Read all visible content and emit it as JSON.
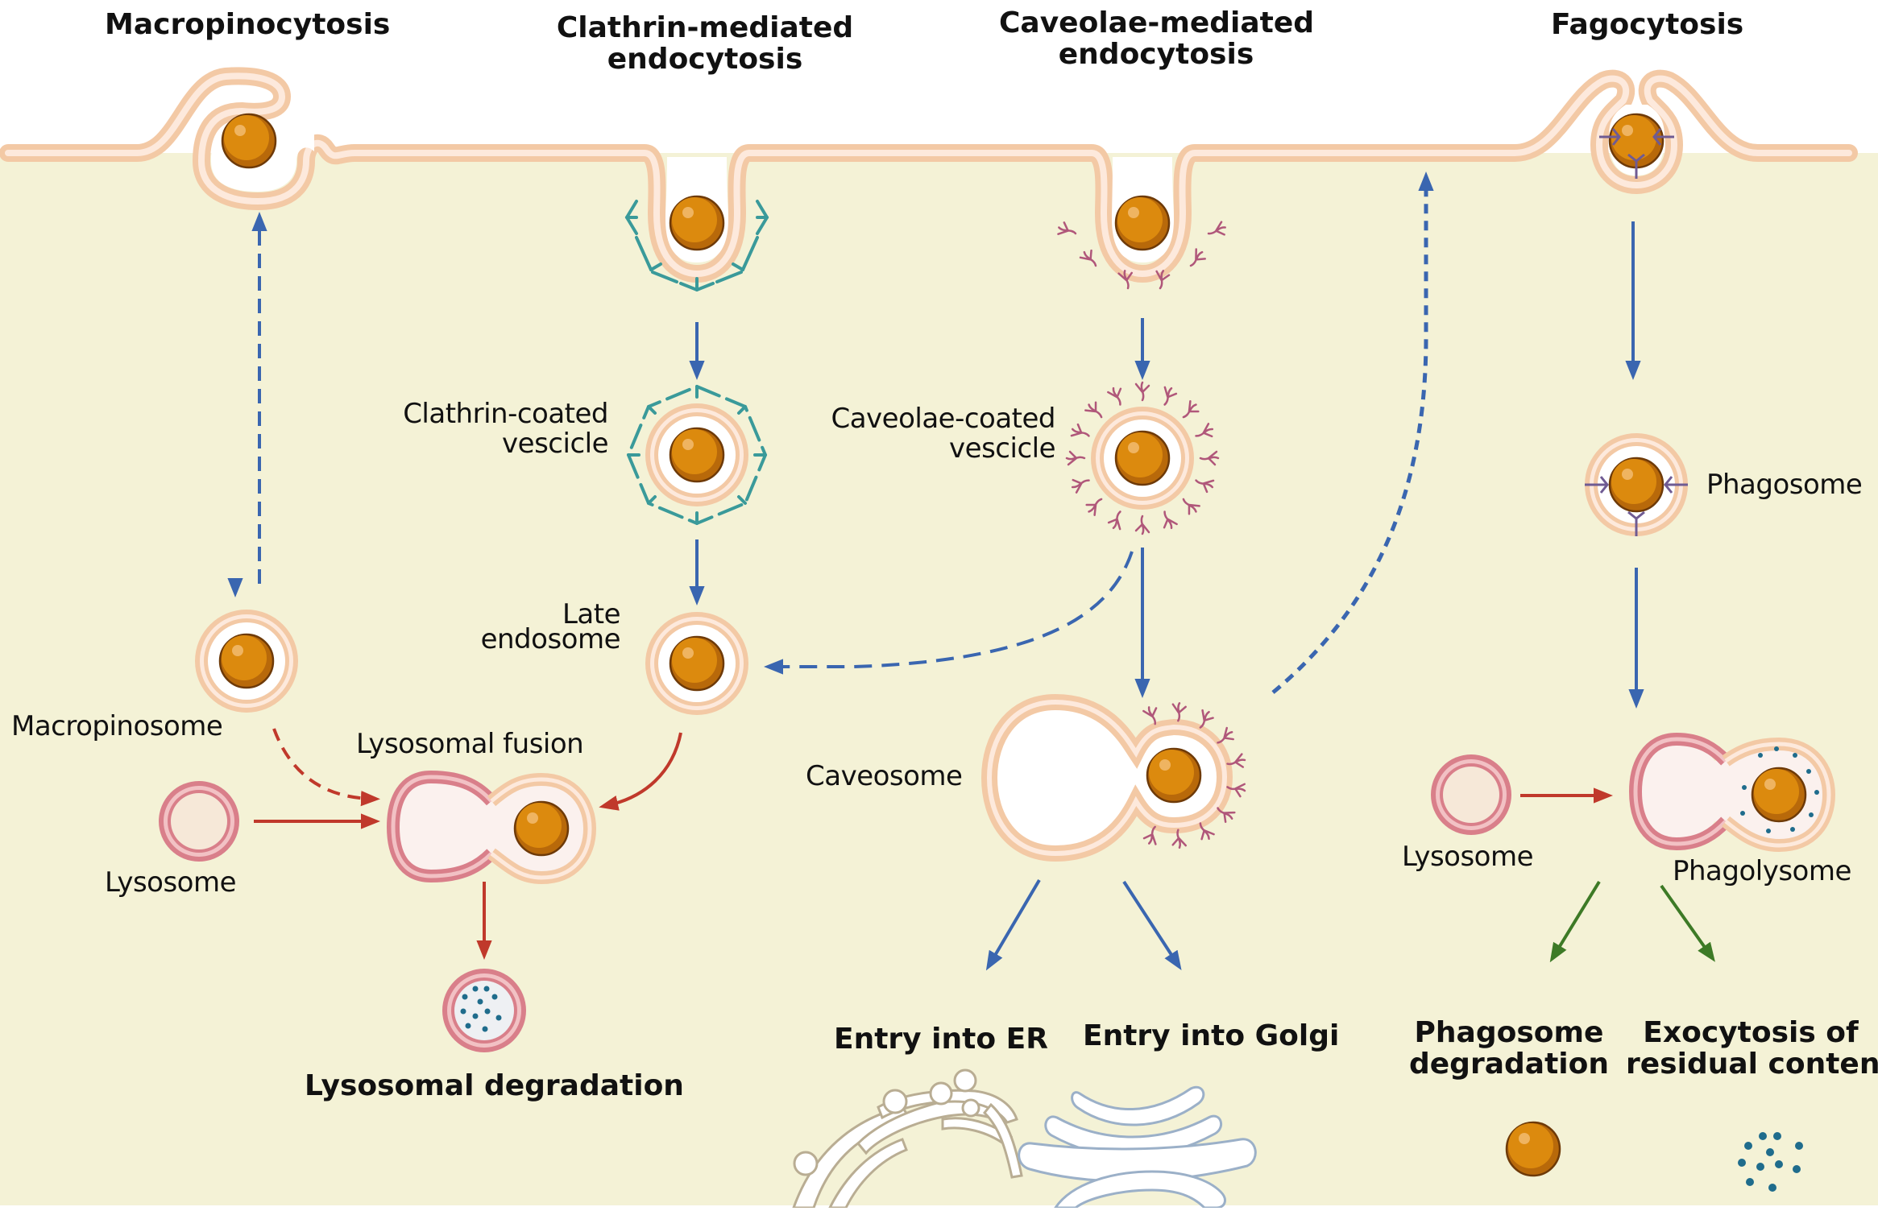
{
  "titles": {
    "macropinocytosis": "Macropinocytosis",
    "clathrin_line1": "Clathrin-mediated",
    "clathrin_line2": "endocytosis",
    "caveolae_line1": "Caveolae-mediated",
    "caveolae_line2": "endocytosis",
    "fagocytosis": "Fagocytosis"
  },
  "labels": {
    "clathrin_vesicle_line1": "Clathrin-coated",
    "clathrin_vesicle_line2": "vescicle",
    "caveolae_vesicle_line1": "Caveolae-coated",
    "caveolae_vesicle_line2": "vescicle",
    "late_endosome_line1": "Late",
    "late_endosome_line2": "endosome",
    "macropinosome": "Macropinosome",
    "lysosomal_fusion": "Lysosomal fusion",
    "lysosome_left": "Lysosome",
    "caveosome": "Caveosome",
    "phagosome": "Phagosome",
    "lysosome_right": "Lysosome",
    "phagolysome": "Phagolysome"
  },
  "outcomes": {
    "lysosomal_degradation": "Lysosomal degradation",
    "entry_er": "Entry into ER",
    "entry_golgi": "Entry into Golgi",
    "phagosome_degradation_line1": "Phagosome",
    "phagosome_degradation_line2": "degradation",
    "exocytosis_line1": "Exocytosis of",
    "exocytosis_line2": "residual content"
  },
  "colors": {
    "cytoplasm": "#f4f2d6",
    "membrane": "#f3c9a5",
    "membrane_inner": "#fde9dc",
    "particle": "#dc8a0e",
    "particle_shade": "#b8690a",
    "particle_outline": "#6e3a08",
    "clathrin": "#3a9a9a",
    "caveolin": "#b0577a",
    "receptor": "#6f5b93",
    "lysosome": "#d97f8a",
    "lysosome_fill": "#f6e8d8",
    "arrow_blue": "#3a66b0",
    "arrow_red": "#c0392b",
    "arrow_green": "#3d7a26",
    "dots": "#1f6c8c",
    "er_outline": "#b9ad93",
    "golgi_outline": "#9bb0c8"
  }
}
